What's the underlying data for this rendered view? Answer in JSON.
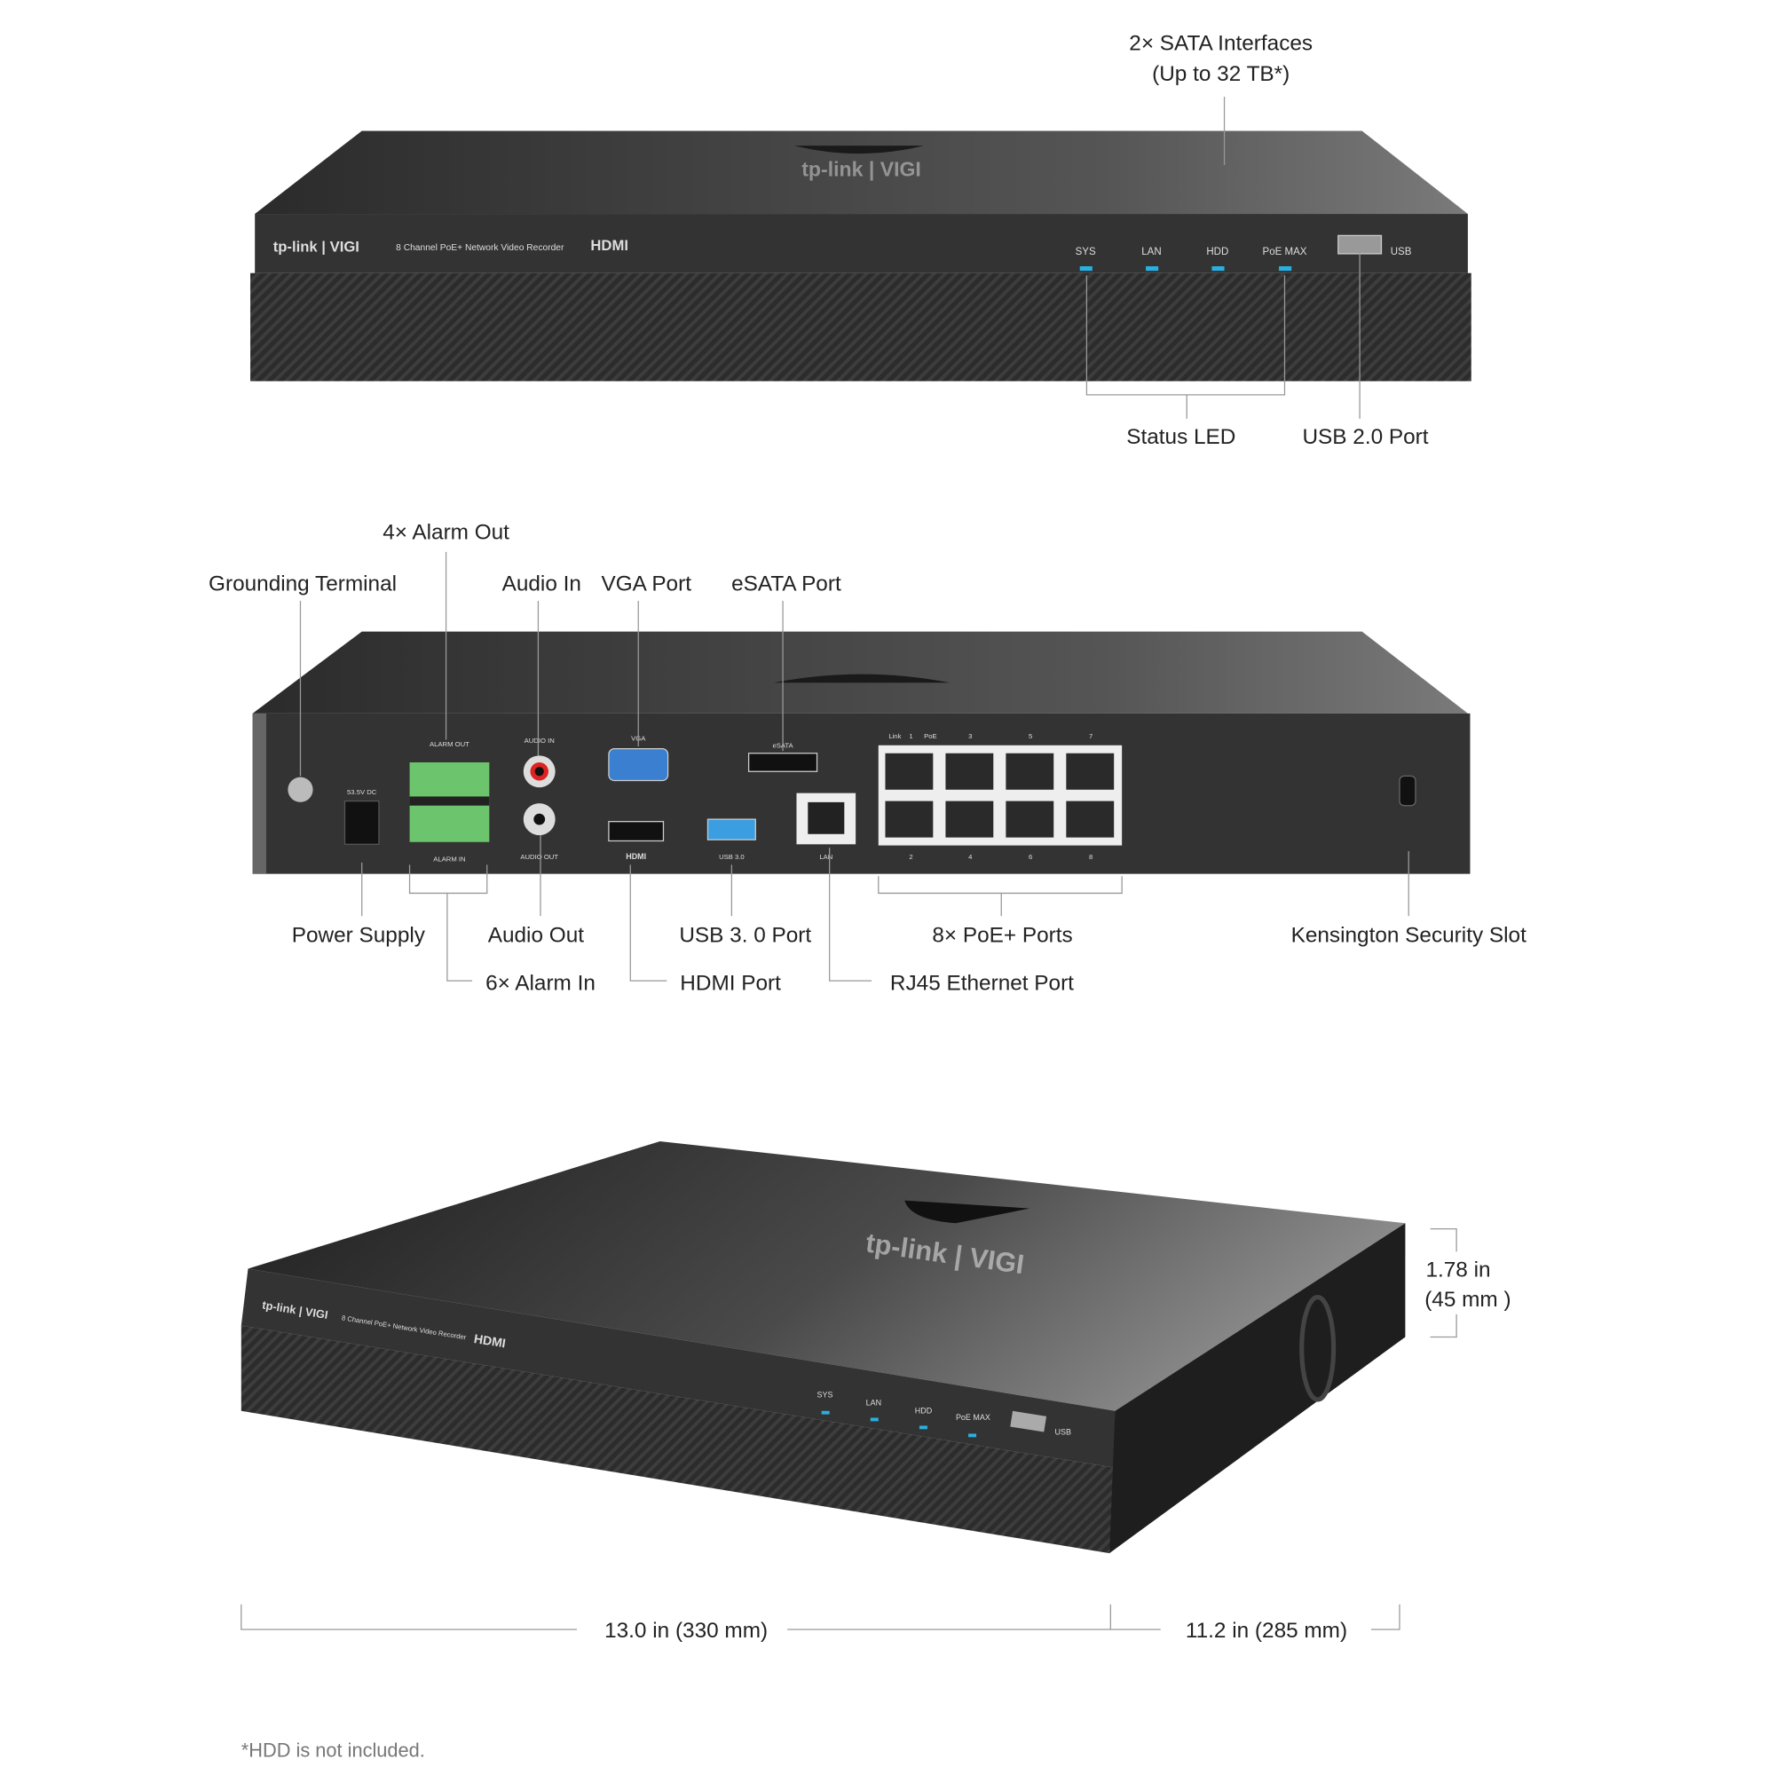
{
  "callouts": {
    "front": {
      "sata_line1": "2× SATA Interfaces",
      "sata_line2": "(Up to 32 TB*)",
      "status_led": "Status LED",
      "usb2": "USB 2.0 Port"
    },
    "rear_top": {
      "alarm_out": "4× Alarm Out",
      "grounding": "Grounding Terminal",
      "audio_in": "Audio In",
      "vga": "VGA Port",
      "esata": "eSATA Port"
    },
    "rear_bottom": {
      "power": "Power Supply",
      "audio_out": "Audio Out",
      "usb3": "USB 3. 0 Port",
      "poe": "8× PoE+ Ports",
      "kensington": "Kensington Security Slot",
      "alarm_in": "6× Alarm In",
      "hdmi": "HDMI Port",
      "rj45": "RJ45 Ethernet Port"
    },
    "dimensions": {
      "height_in": "1.78 in",
      "height_mm": "(45 mm )",
      "width": "13.0 in (330 mm)",
      "depth": "11.2 in (285 mm)"
    },
    "footnote": "*HDD is not included."
  },
  "device_markings": {
    "brand": "tp-link | VIGI",
    "model": "8 Channel PoE+ Network Video Recorder",
    "hdmi_logo": "HDMI",
    "leds": [
      "SYS",
      "LAN",
      "HDD",
      "PoE MAX"
    ],
    "usb": "USB",
    "rear": {
      "alarm_out": "ALARM OUT",
      "alarm_in": "ALARM IN",
      "dc": "53.5V DC",
      "audio_in": "AUDIO IN",
      "audio_out": "AUDIO OUT",
      "vga": "VGA",
      "esata": "eSATA",
      "hdmi": "HDMI",
      "usb3": "USB 3.0",
      "lan": "LAN",
      "poe_top": [
        "Link",
        "1",
        "PoE",
        "3",
        "5",
        "7"
      ],
      "poe_bottom": [
        "2",
        "4",
        "6",
        "8"
      ]
    }
  },
  "colors": {
    "led": "#2ab0e0",
    "body": "#2a2a2a",
    "vga": "#3a7fd0",
    "terminal": "#6cc56c",
    "usb3": "#3a9ee0"
  }
}
